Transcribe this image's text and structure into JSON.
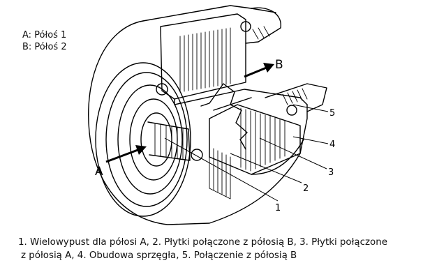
{
  "legend": {
    "a": "A: Półoś 1",
    "b": "B: Półoś 2"
  },
  "labels": {
    "arrow_a": "A",
    "arrow_b": "B",
    "n1": "1",
    "n2": "2",
    "n3": "3",
    "n4": "4",
    "n5": "5"
  },
  "caption": {
    "line1": "1. Wielowypust dla półosi A, 2. Płytki połączone z półosią B, 3. Płytki połączone",
    "line2": "z półosią A, 4. Obudowa sprzęgła, 5. Połączenie z półosią B"
  }
}
